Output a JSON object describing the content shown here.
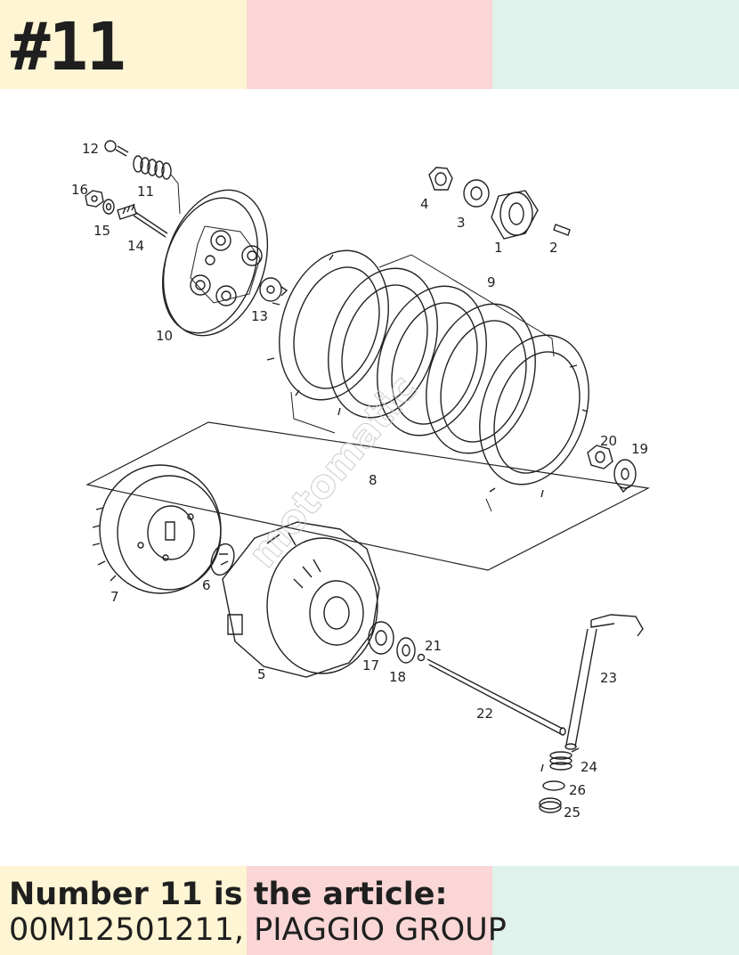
{
  "header": {
    "title": "#11"
  },
  "caption": {
    "line1": "Number 11 is the article:",
    "line2": "00M12501211, PIAGGIO GROUP"
  },
  "diagram": {
    "watermark": "motomatic",
    "labels": [
      "1",
      "2",
      "3",
      "4",
      "5",
      "6",
      "7",
      "8",
      "9",
      "10",
      "11",
      "12",
      "13",
      "14",
      "15",
      "16",
      "17",
      "18",
      "19",
      "20",
      "21",
      "22",
      "23",
      "24",
      "25",
      "26"
    ]
  },
  "colors": {
    "band_yellow": "#fdf5d3",
    "band_pink": "#fad6d6",
    "band_mint": "#e0f2ec",
    "text": "#1f1f1f",
    "line": "#222222"
  }
}
